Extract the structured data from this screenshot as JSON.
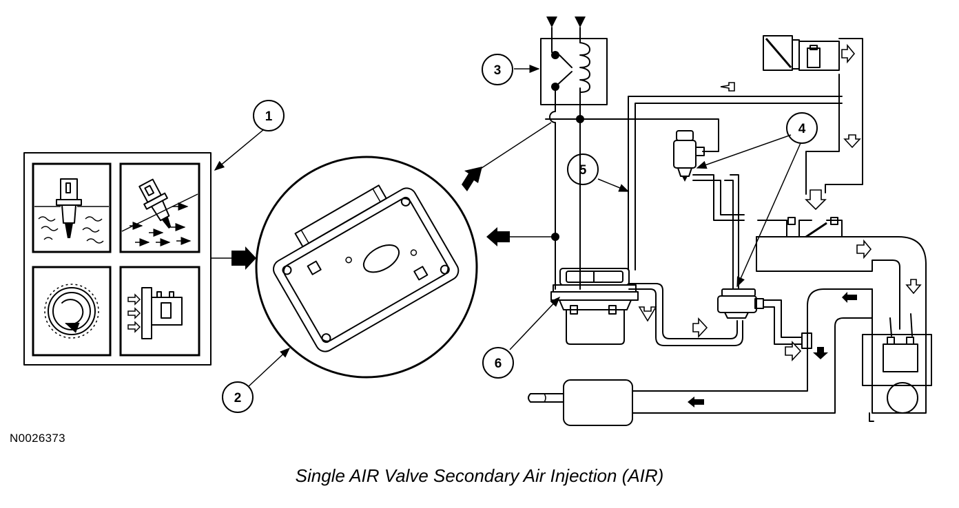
{
  "figure_id": "N0026373",
  "caption": "Single AIR Valve Secondary Air Injection (AIR)",
  "callouts": [
    {
      "num": "1"
    },
    {
      "num": "2"
    },
    {
      "num": "3"
    },
    {
      "num": "4"
    },
    {
      "num": "5"
    },
    {
      "num": "6"
    }
  ]
}
